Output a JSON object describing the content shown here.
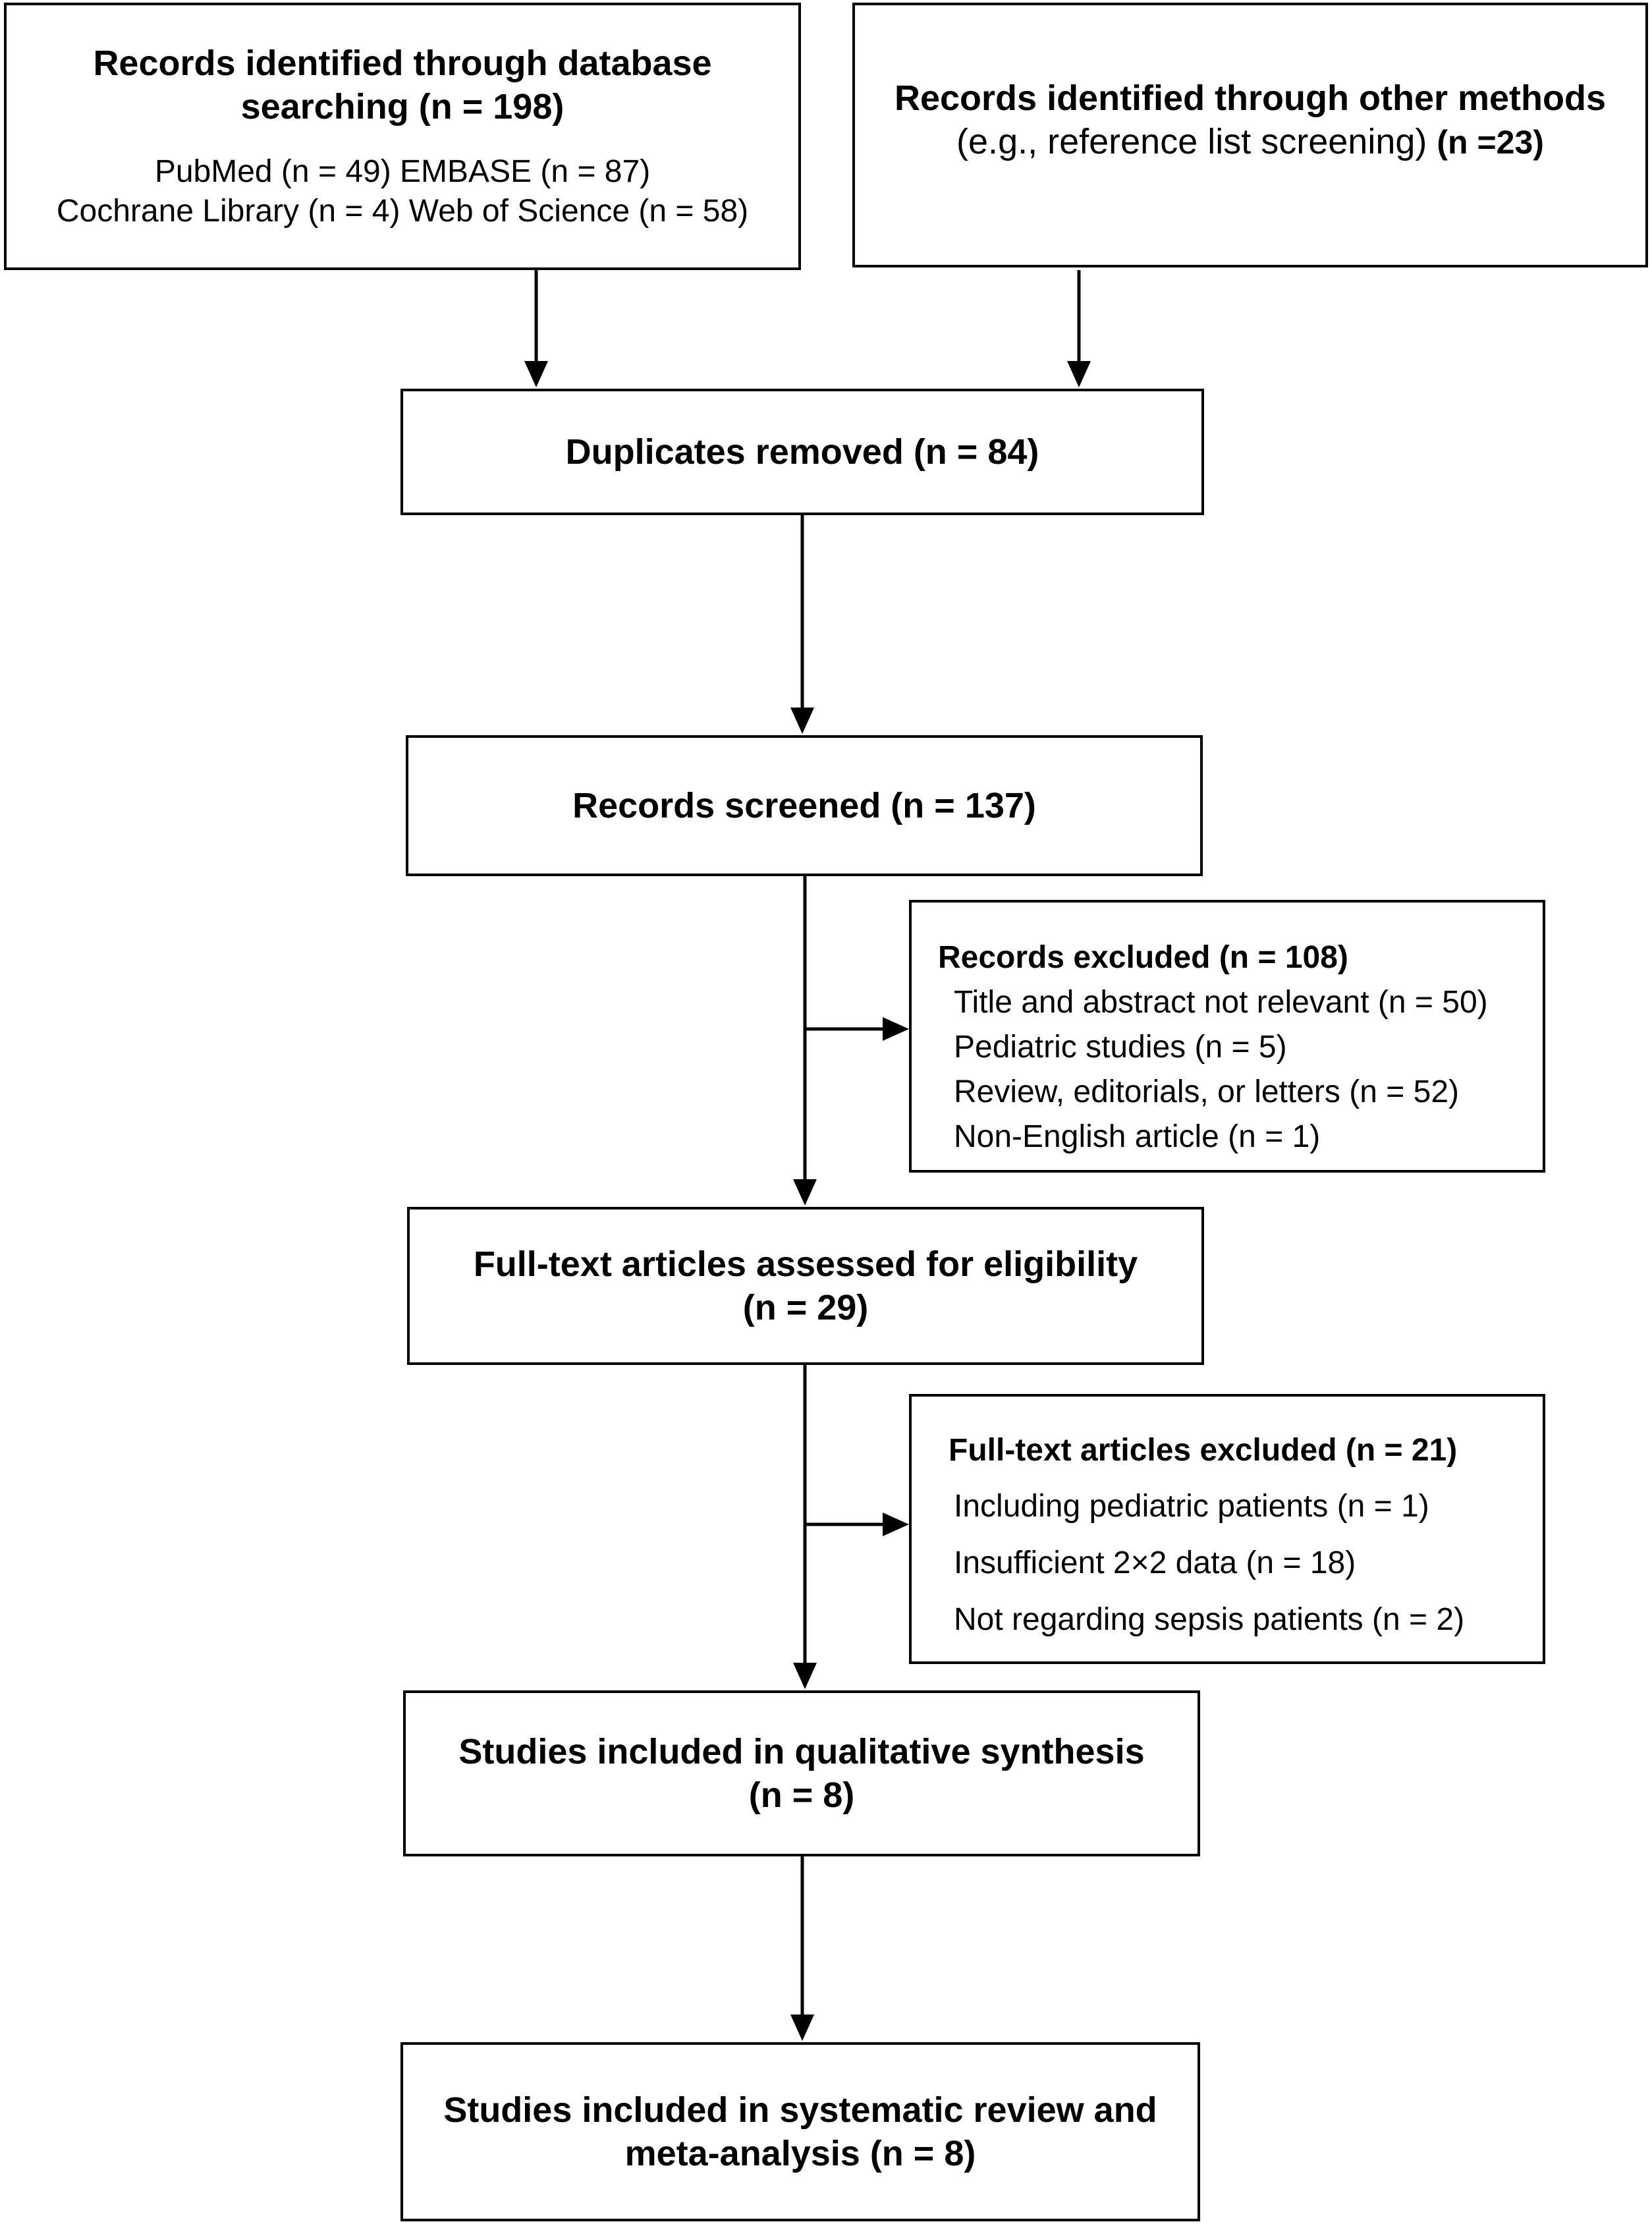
{
  "boxes": {
    "database": {
      "title": "Records identified through database searching (n = 198)",
      "line1": "PubMed (n = 49) EMBASE (n = 87)",
      "line2": "Cochrane Library (n = 4) Web of Science (n = 58)"
    },
    "other": {
      "title": "Records identified through other methods",
      "subtitle": "(e.g., reference list screening)",
      "count": "(n =23)"
    },
    "duplicates": {
      "title": "Duplicates removed (n = 84)"
    },
    "screened": {
      "title": "Records screened (n = 137)"
    },
    "excluded": {
      "title": "Records excluded (n = 108)",
      "items": [
        "Title and abstract not relevant (n = 50)",
        "Pediatric studies (n = 5)",
        "Review, editorials, or letters (n = 52)",
        "Non-English article (n = 1)"
      ]
    },
    "fulltext": {
      "title": "Full-text articles assessed for eligibility",
      "count": "(n = 29)"
    },
    "fulltext_excluded": {
      "title": "Full-text articles excluded (n = 21)",
      "items": [
        "Including pediatric patients (n = 1)",
        "Insufficient 2×2 data (n = 18)",
        "Not regarding sepsis patients (n = 2)"
      ]
    },
    "qualitative": {
      "title": "Studies included in qualitative synthesis",
      "count": "(n = 8)"
    },
    "meta": {
      "title_line1": "Studies included in systematic review and",
      "title_line2": "meta-analysis (n = 8)"
    }
  }
}
